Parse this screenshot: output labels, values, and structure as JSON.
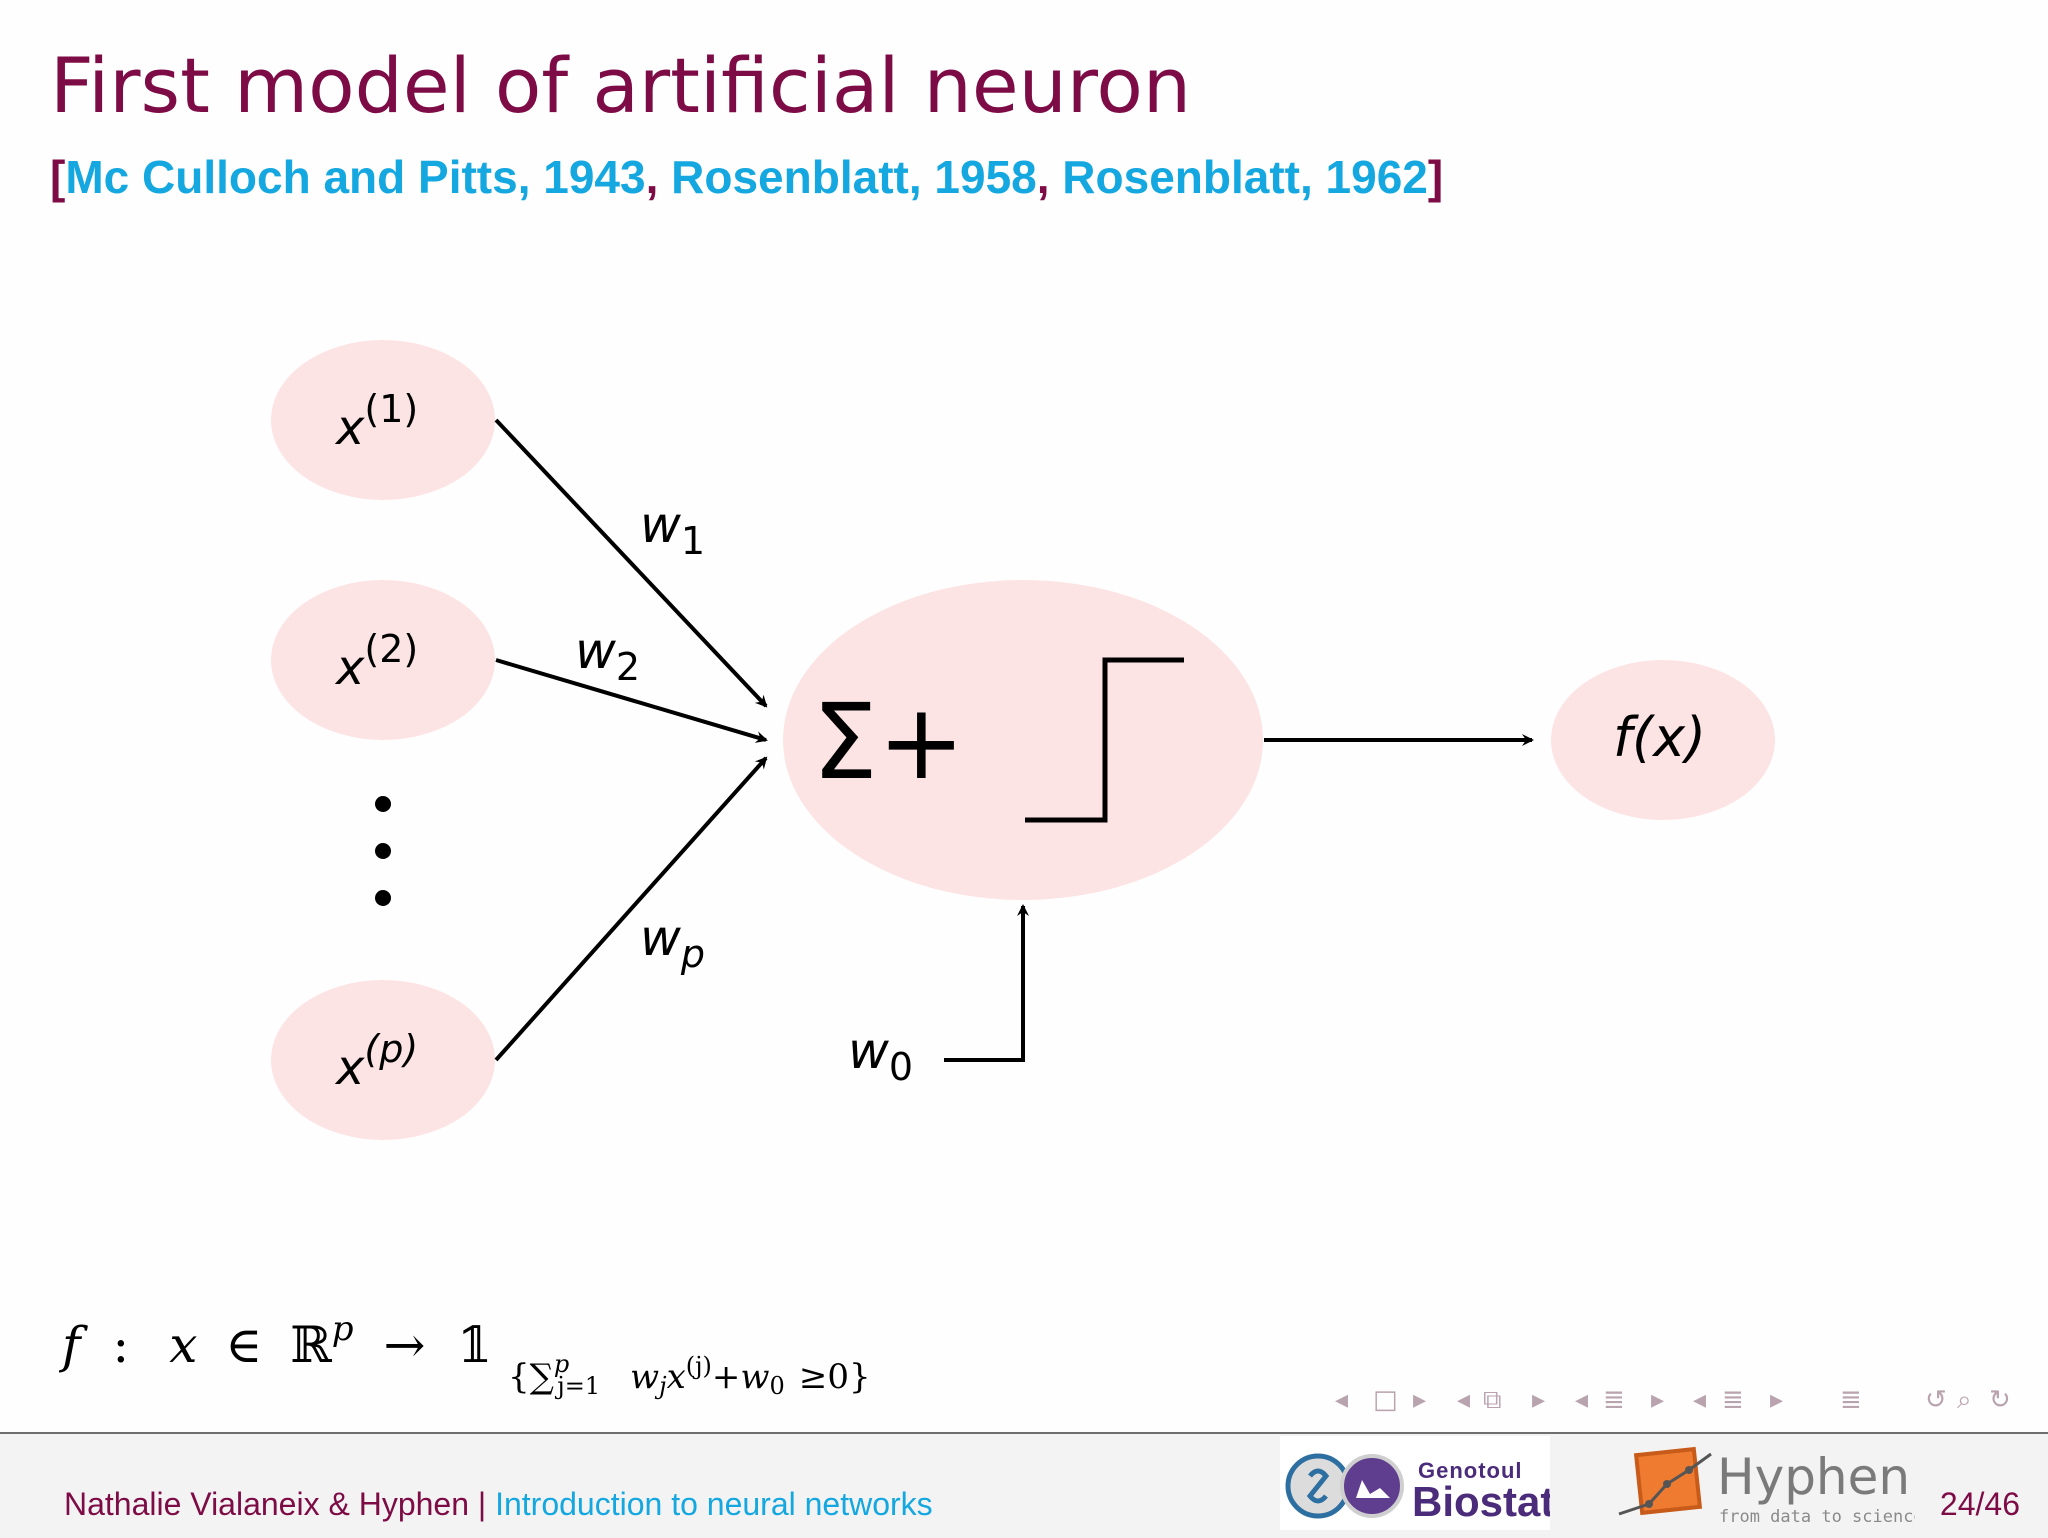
{
  "slide": {
    "title": "First model of artificial neuron",
    "citation": {
      "open": "[",
      "refs": [
        "Mc Culloch and Pitts, 1943",
        "Rosenblatt, 1958",
        "Rosenblatt, 1962"
      ],
      "sep1": ", ",
      "sep2": ", ",
      "close": "]"
    }
  },
  "diagram": {
    "inputs": {
      "x1": {
        "base": "x",
        "sup": "(1)"
      },
      "x2": {
        "base": "x",
        "sup": "(2)"
      },
      "xp": {
        "base": "x",
        "sup": "(p)"
      }
    },
    "weights": {
      "w1": {
        "base": "w",
        "sub": "1"
      },
      "w2": {
        "base": "w",
        "sub": "2"
      },
      "wp": {
        "base": "w",
        "sub": "p"
      },
      "w0": {
        "base": "w",
        "sub": "0"
      }
    },
    "neuron": {
      "sum_symbol": "Σ+"
    },
    "output": {
      "label": "f(x)"
    },
    "colors": {
      "node_fill": "#fde4e4",
      "stroke": "#000000"
    }
  },
  "formula": {
    "f": "f",
    "colon": ":",
    "x": "x",
    "in": "∈",
    "R": "ℝ",
    "p": "p",
    "arrow": "→",
    "indicator": "𝟙",
    "sub_open": "{",
    "sigma": "∑",
    "sigma_sup": "p",
    "sigma_sub": "j=1",
    "term_w": "w",
    "term_w_sub": "j",
    "term_x": "x",
    "term_x_sup": "(j)",
    "plus": "+",
    "w0": "w",
    "w0_sub": "0",
    "geq": "≥",
    "zero": "0",
    "sub_close": "}"
  },
  "nav": {
    "icons": [
      "nav-prev-frame-icon",
      "nav-frame-icon",
      "nav-next-frame-icon",
      "nav-prev-slide-icon",
      "nav-slide-icon",
      "nav-next-slide-icon",
      "nav-prev-section-icon",
      "nav-section-icon",
      "nav-next-section-icon",
      "nav-prev-subsection-icon",
      "nav-subsection-icon",
      "nav-next-subsection-icon",
      "nav-toc-icon",
      "nav-back-icon",
      "nav-search-icon",
      "nav-forward-icon"
    ],
    "glyphs": [
      "◂",
      "□",
      "▸",
      "◂",
      "⧉",
      "▸",
      "◂",
      "≣",
      "▸",
      "◂",
      "≣",
      "▸",
      "≣",
      "↺",
      "⌕",
      "↻"
    ]
  },
  "footer": {
    "authors": "Nathalie Vialaneix & Hyphen",
    "separator": " | ",
    "talk": "Introduction to neural networks",
    "page": "24/46",
    "logo_biostat_small": "Genotoul",
    "logo_biostat_big": "Biostat",
    "logo_hyphen_name": "Hyphen",
    "logo_hyphen_tagline": "from data to science",
    "colors": {
      "brand": "#7d0c46",
      "link": "#14a7e0"
    }
  }
}
